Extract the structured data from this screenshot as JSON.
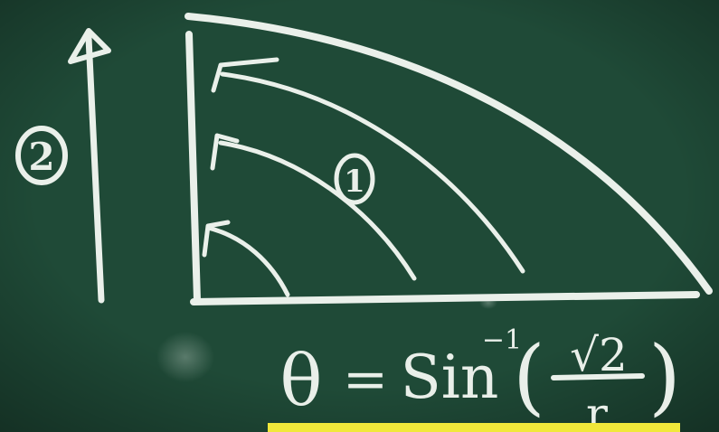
{
  "board": {
    "background": "#1f4a37",
    "chalk_color": "#eaf0ea",
    "highlight_color": "#f1e83a"
  },
  "labels": {
    "circled_two": "2",
    "circled_one": "1",
    "formula_lhs": "θ",
    "formula_eq": "=",
    "formula_fn": "Sin",
    "formula_exp": "−1",
    "formula_lparen": "(",
    "formula_num": "√2",
    "formula_den": "r",
    "formula_rparen": ")"
  }
}
